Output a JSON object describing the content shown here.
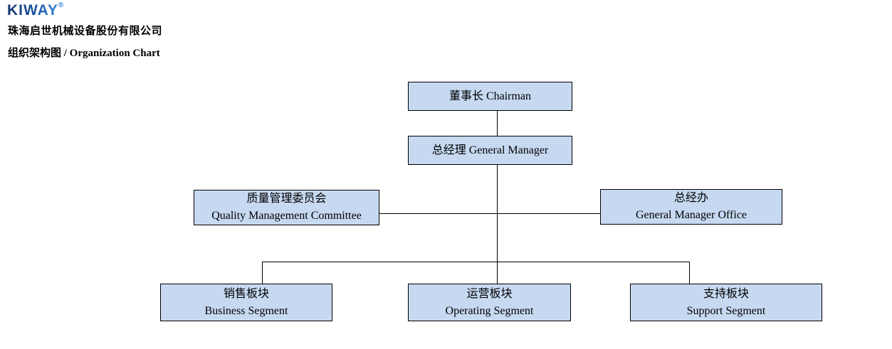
{
  "logo": {
    "brand": "KIWAY",
    "registered_mark": "®",
    "gradient_start": "#14366f",
    "gradient_end": "#2e86d9"
  },
  "header": {
    "company_name": "珠海启世机械设备股份有限公司",
    "title": "组织架构图 / Organization Chart"
  },
  "org_chart": {
    "nodes": [
      {
        "id": "chairman",
        "lines": [
          "董事长 Chairman"
        ]
      },
      {
        "id": "general-manager",
        "lines": [
          "总经理 General Manager"
        ]
      },
      {
        "id": "quality-management-committee",
        "lines": [
          "质量管理委员会",
          "Quality Management Committee"
        ]
      },
      {
        "id": "general-manager-office",
        "lines": [
          "总经办",
          "General Manager Office"
        ]
      },
      {
        "id": "business-segment",
        "lines": [
          "销售板块",
          "Business Segment"
        ]
      },
      {
        "id": "operating-segment",
        "lines": [
          "运营板块",
          "Operating Segment"
        ]
      },
      {
        "id": "support-segment",
        "lines": [
          "支持板块",
          "Support Segment"
        ]
      }
    ],
    "edges": [
      {
        "from": "chairman",
        "to": "general-manager"
      },
      {
        "from": "general-manager",
        "to": "quality-management-committee"
      },
      {
        "from": "general-manager",
        "to": "general-manager-office"
      },
      {
        "from": "general-manager",
        "to": "business-segment"
      },
      {
        "from": "general-manager",
        "to": "operating-segment"
      },
      {
        "from": "general-manager",
        "to": "support-segment"
      }
    ],
    "colors": {
      "node_fill": "#c6d9f1",
      "node_border": "#000000",
      "connector": "#000000"
    }
  }
}
